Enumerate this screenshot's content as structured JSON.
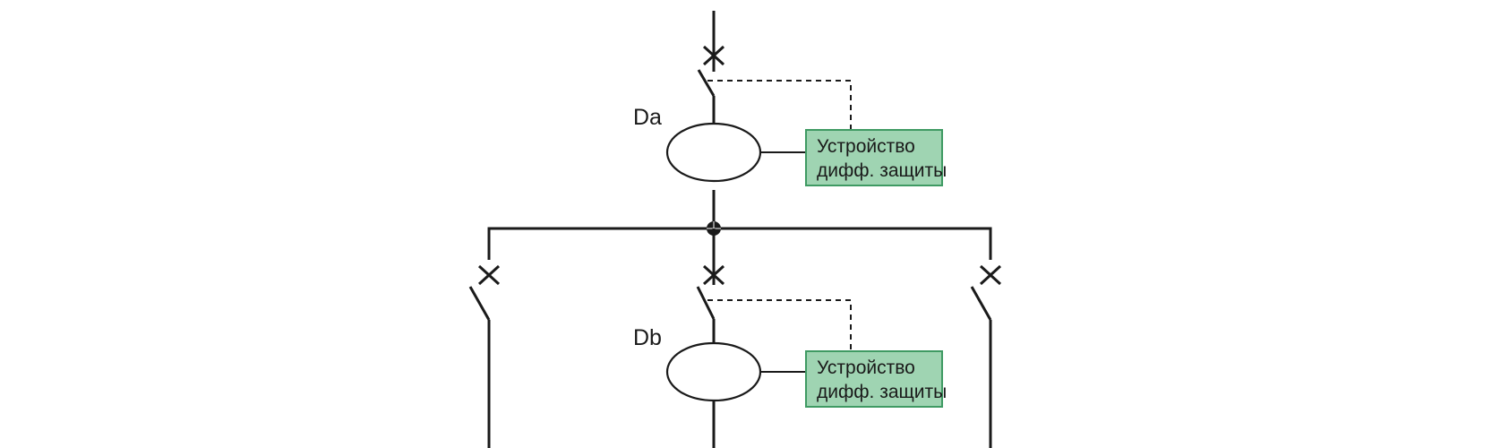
{
  "device_a": {
    "label": "Da",
    "box_line1": "Устройство",
    "box_line2": "дифф. защиты"
  },
  "device_b": {
    "label": "Db",
    "box_line1": "Устройство",
    "box_line2": "дифф. защиты"
  },
  "colors": {
    "line": "#1a1a1a",
    "box_fill": "#9fd4b2",
    "box_border": "#3f9a63"
  }
}
